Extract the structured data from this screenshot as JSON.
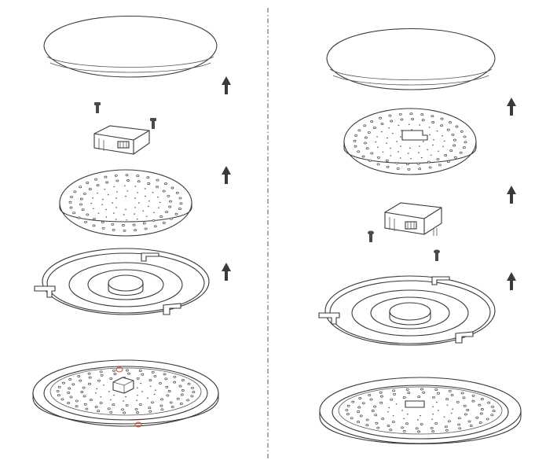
{
  "diagram": {
    "left_column": {
      "sequence": [
        "cover-dome",
        "screws",
        "sensor-module",
        "perforated-plate",
        "led-ring-board",
        "base-plate-with-module"
      ],
      "arrow_count": 3,
      "red_markers": 2
    },
    "right_column": {
      "sequence": [
        "cover-dome",
        "perforated-plate-with-module",
        "sensor-module",
        "screws",
        "led-ring-board",
        "base-plate"
      ],
      "arrow_count": 3
    },
    "icons": {
      "arrow": "up-arrow-icon",
      "screw": "screw-icon"
    },
    "colors": {
      "line": "#3a3a3a",
      "marker": "#e0473a",
      "background": "#ffffff"
    }
  }
}
